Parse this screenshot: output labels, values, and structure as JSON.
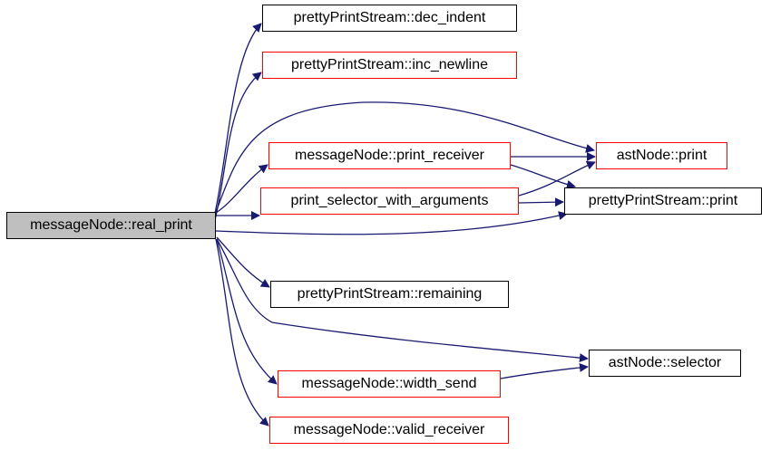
{
  "colors": {
    "edge": "#191970",
    "root_fill": "#bfbfbf",
    "node_border": "#000000",
    "truncated_border": "#ff0000"
  },
  "nodes": {
    "root": {
      "label": "messageNode::real_print",
      "truncated": false
    },
    "dec_indent": {
      "label": "prettyPrintStream::dec_indent",
      "truncated": false
    },
    "inc_newline": {
      "label": "prettyPrintStream::inc_newline",
      "truncated": true
    },
    "print_receiver": {
      "label": "messageNode::print_receiver",
      "truncated": true
    },
    "print_selector": {
      "label": "print_selector_with_arguments",
      "truncated": true
    },
    "ast_print": {
      "label": "astNode::print",
      "truncated": true
    },
    "pps_print": {
      "label": "prettyPrintStream::print",
      "truncated": false
    },
    "remaining": {
      "label": "prettyPrintStream::remaining",
      "truncated": false
    },
    "selector": {
      "label": "astNode::selector",
      "truncated": false
    },
    "width_send": {
      "label": "messageNode::width_send",
      "truncated": true
    },
    "valid_receiver": {
      "label": "messageNode::valid_receiver",
      "truncated": true
    }
  },
  "edges": [
    {
      "from": "root",
      "to": "dec_indent"
    },
    {
      "from": "root",
      "to": "inc_newline"
    },
    {
      "from": "root",
      "to": "ast_print"
    },
    {
      "from": "root",
      "to": "print_receiver"
    },
    {
      "from": "root",
      "to": "print_selector"
    },
    {
      "from": "root",
      "to": "pps_print"
    },
    {
      "from": "root",
      "to": "remaining"
    },
    {
      "from": "root",
      "to": "selector"
    },
    {
      "from": "root",
      "to": "width_send"
    },
    {
      "from": "root",
      "to": "valid_receiver"
    },
    {
      "from": "print_receiver",
      "to": "ast_print"
    },
    {
      "from": "print_receiver",
      "to": "pps_print"
    },
    {
      "from": "print_selector",
      "to": "ast_print"
    },
    {
      "from": "print_selector",
      "to": "pps_print"
    },
    {
      "from": "width_send",
      "to": "selector"
    }
  ]
}
